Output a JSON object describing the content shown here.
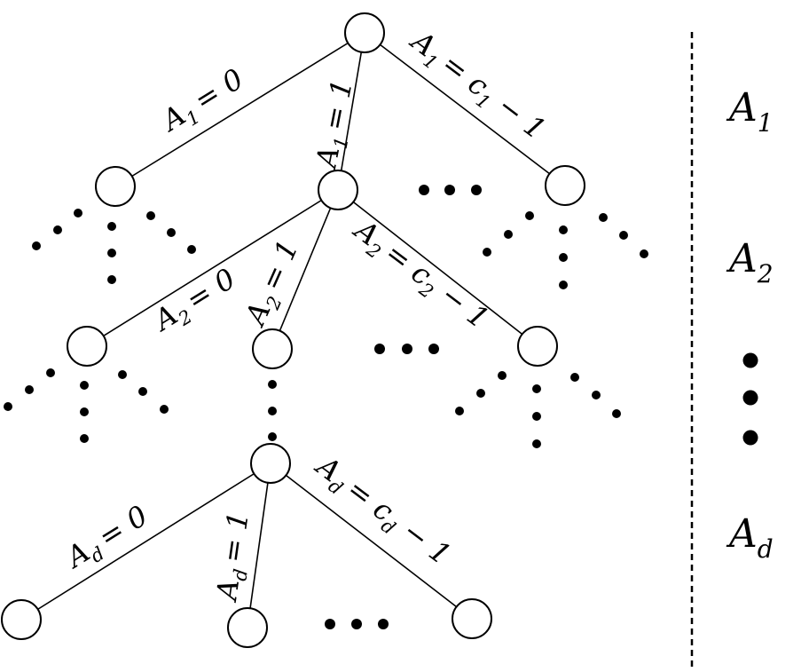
{
  "levels": [
    {
      "var": "A",
      "sub": "1"
    },
    {
      "var": "A",
      "sub": "2"
    },
    {
      "var": "A",
      "sub": "d"
    }
  ],
  "edge_labels": {
    "l1_first": {
      "var": "A",
      "sub": "1",
      "rhs": "= 0"
    },
    "l1_second": {
      "var": "A",
      "sub": "1",
      "rhs": "= 1"
    },
    "l1_last": {
      "var": "A",
      "sub": "1",
      "rhs_pre": "= c",
      "rhs_sub": "1",
      "rhs_post": " − 1"
    },
    "l2_first": {
      "var": "A",
      "sub": "2",
      "rhs": "= 0"
    },
    "l2_second": {
      "var": "A",
      "sub": "2",
      "rhs": "= 1"
    },
    "l2_last": {
      "var": "A",
      "sub": "2",
      "rhs_pre": "= c",
      "rhs_sub": "2",
      "rhs_post": " − 1"
    },
    "ld_first": {
      "var": "A",
      "sub": "d",
      "rhs": "= 0"
    },
    "ld_second": {
      "var": "A",
      "sub": "d",
      "rhs": "= 1"
    },
    "ld_last": {
      "var": "A",
      "sub": "d",
      "rhs_pre": "= c",
      "rhs_sub": "d",
      "rhs_post": " − 1"
    }
  }
}
